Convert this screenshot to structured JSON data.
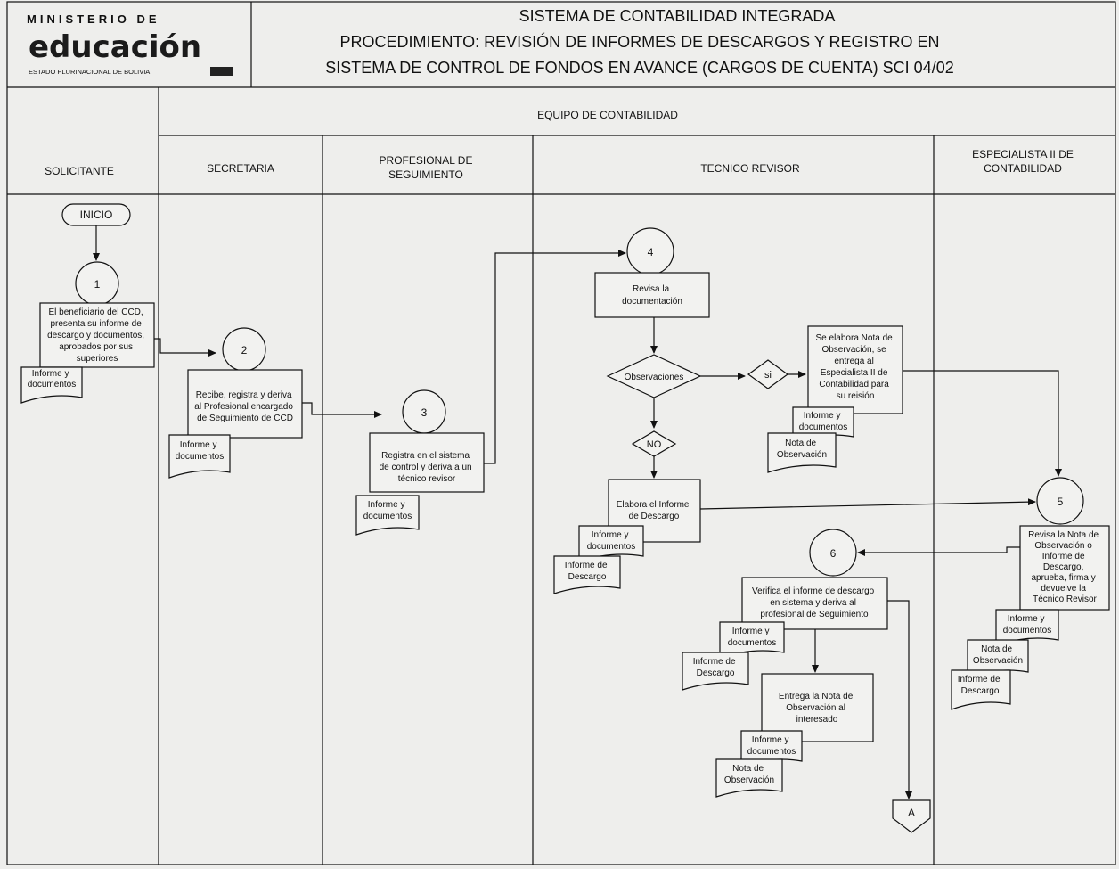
{
  "logo": {
    "line1": "MINISTERIO DE",
    "line2": "educación",
    "line3": "ESTADO PLURINACIONAL DE BOLIVIA"
  },
  "header": {
    "title1": "SISTEMA DE CONTABILIDAD INTEGRADA",
    "title2": "PROCEDIMIENTO:  REVISIÓN DE INFORMES DE DESCARGOS Y REGISTRO EN",
    "title3": "SISTEMA DE CONTROL DE FONDOS EN AVANCE (CARGOS DE CUENTA) SCI 04/02",
    "team": "EQUIPO DE CONTABILIDAD"
  },
  "lanes": {
    "solicitante": "SOLICITANTE",
    "secretaria": "SECRETARIA",
    "profesional": [
      "PROFESIONAL DE",
      "SEGUIMIENTO"
    ],
    "tecnico": "TECNICO REVISOR",
    "especialista": [
      "ESPECIALISTA II DE",
      "CONTABILIDAD"
    ]
  },
  "nodes": {
    "inicio": "INICIO",
    "c1": "1",
    "c2": "2",
    "c3": "3",
    "c4": "4",
    "c5": "5",
    "c6": "6",
    "p1": [
      "El beneficiario del CCD,",
      "presenta su informe de",
      "descargo y documentos,",
      "aprobados por sus",
      "superiores"
    ],
    "p2": [
      "Recibe, registra y deriva",
      "al Profesional encargado",
      "de Seguimiento de CCD"
    ],
    "p3": [
      "Registra en el sistema",
      "de control y deriva a un",
      "técnico revisor"
    ],
    "p4": [
      "Revisa la",
      "documentación"
    ],
    "decision": "Observaciones",
    "si": "si",
    "no": "NO",
    "p_nota": [
      "Se elabora Nota de",
      "Observación, se",
      "entrega al",
      "Especialista II de",
      "Contabilidad para",
      "su reisión"
    ],
    "p_elabora": [
      "Elabora el Informe",
      "de Descargo"
    ],
    "p5": [
      "Revisa la Nota de",
      "Observación o",
      "Informe de",
      "Descargo,",
      "aprueba, firma y",
      "devuelve la",
      "Técnico Revisor"
    ],
    "p6": [
      "Verifica el informe de descargo",
      "en sistema y deriva al",
      "profesional de Seguimiento"
    ],
    "p_entrega": [
      "Entrega la Nota de",
      "Observación al",
      "interesado"
    ],
    "connector": "A"
  },
  "documents": {
    "informe_docs": [
      "Informe y",
      "documentos"
    ],
    "nota_obs": [
      "Nota de",
      "Observación"
    ],
    "informe_desc": [
      "Informe de",
      "Descargo"
    ]
  }
}
